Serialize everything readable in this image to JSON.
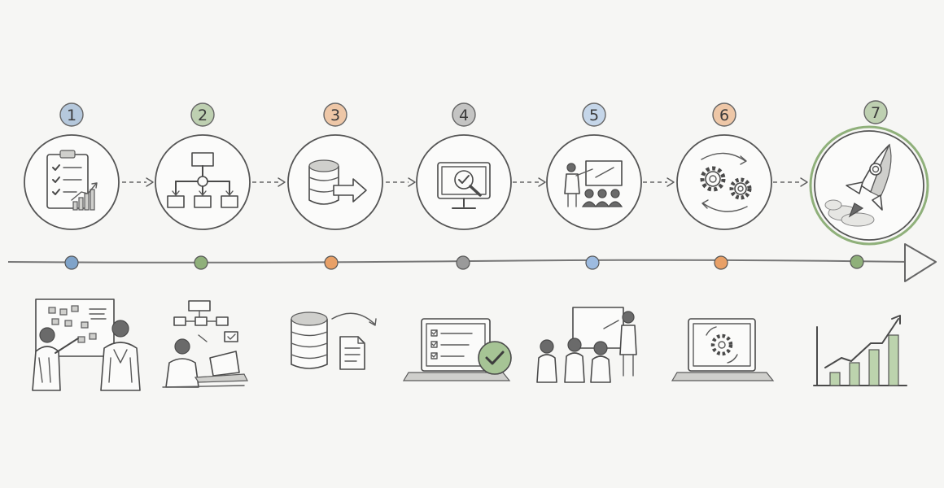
{
  "steps": [
    {
      "number": "1",
      "icon": "checklist-chart-icon",
      "illustration": "team-whiteboard-illustration",
      "accent": "#7fa3c9"
    },
    {
      "number": "2",
      "icon": "flowchart-icon",
      "illustration": "developer-laptop-illustration",
      "accent": "#8fb07a"
    },
    {
      "number": "3",
      "icon": "database-transfer-icon",
      "illustration": "data-migration-illustration",
      "accent": "#e8a067"
    },
    {
      "number": "4",
      "icon": "monitor-inspect-icon",
      "illustration": "laptop-checklist-illustration",
      "accent": "#9a9a9a"
    },
    {
      "number": "5",
      "icon": "presentation-icon",
      "illustration": "training-session-illustration",
      "accent": "#9dbbe0"
    },
    {
      "number": "6",
      "icon": "gears-cycle-icon",
      "illustration": "laptop-gear-illustration",
      "accent": "#e8a067"
    },
    {
      "number": "7",
      "icon": "rocket-icon",
      "illustration": "growth-chart-illustration",
      "accent": "#8fb07a"
    }
  ],
  "colors": {
    "ink": "#4a4a4a",
    "line": "#777777",
    "highlight_ring": "#8fb07a",
    "background": "#f6f6f4"
  }
}
